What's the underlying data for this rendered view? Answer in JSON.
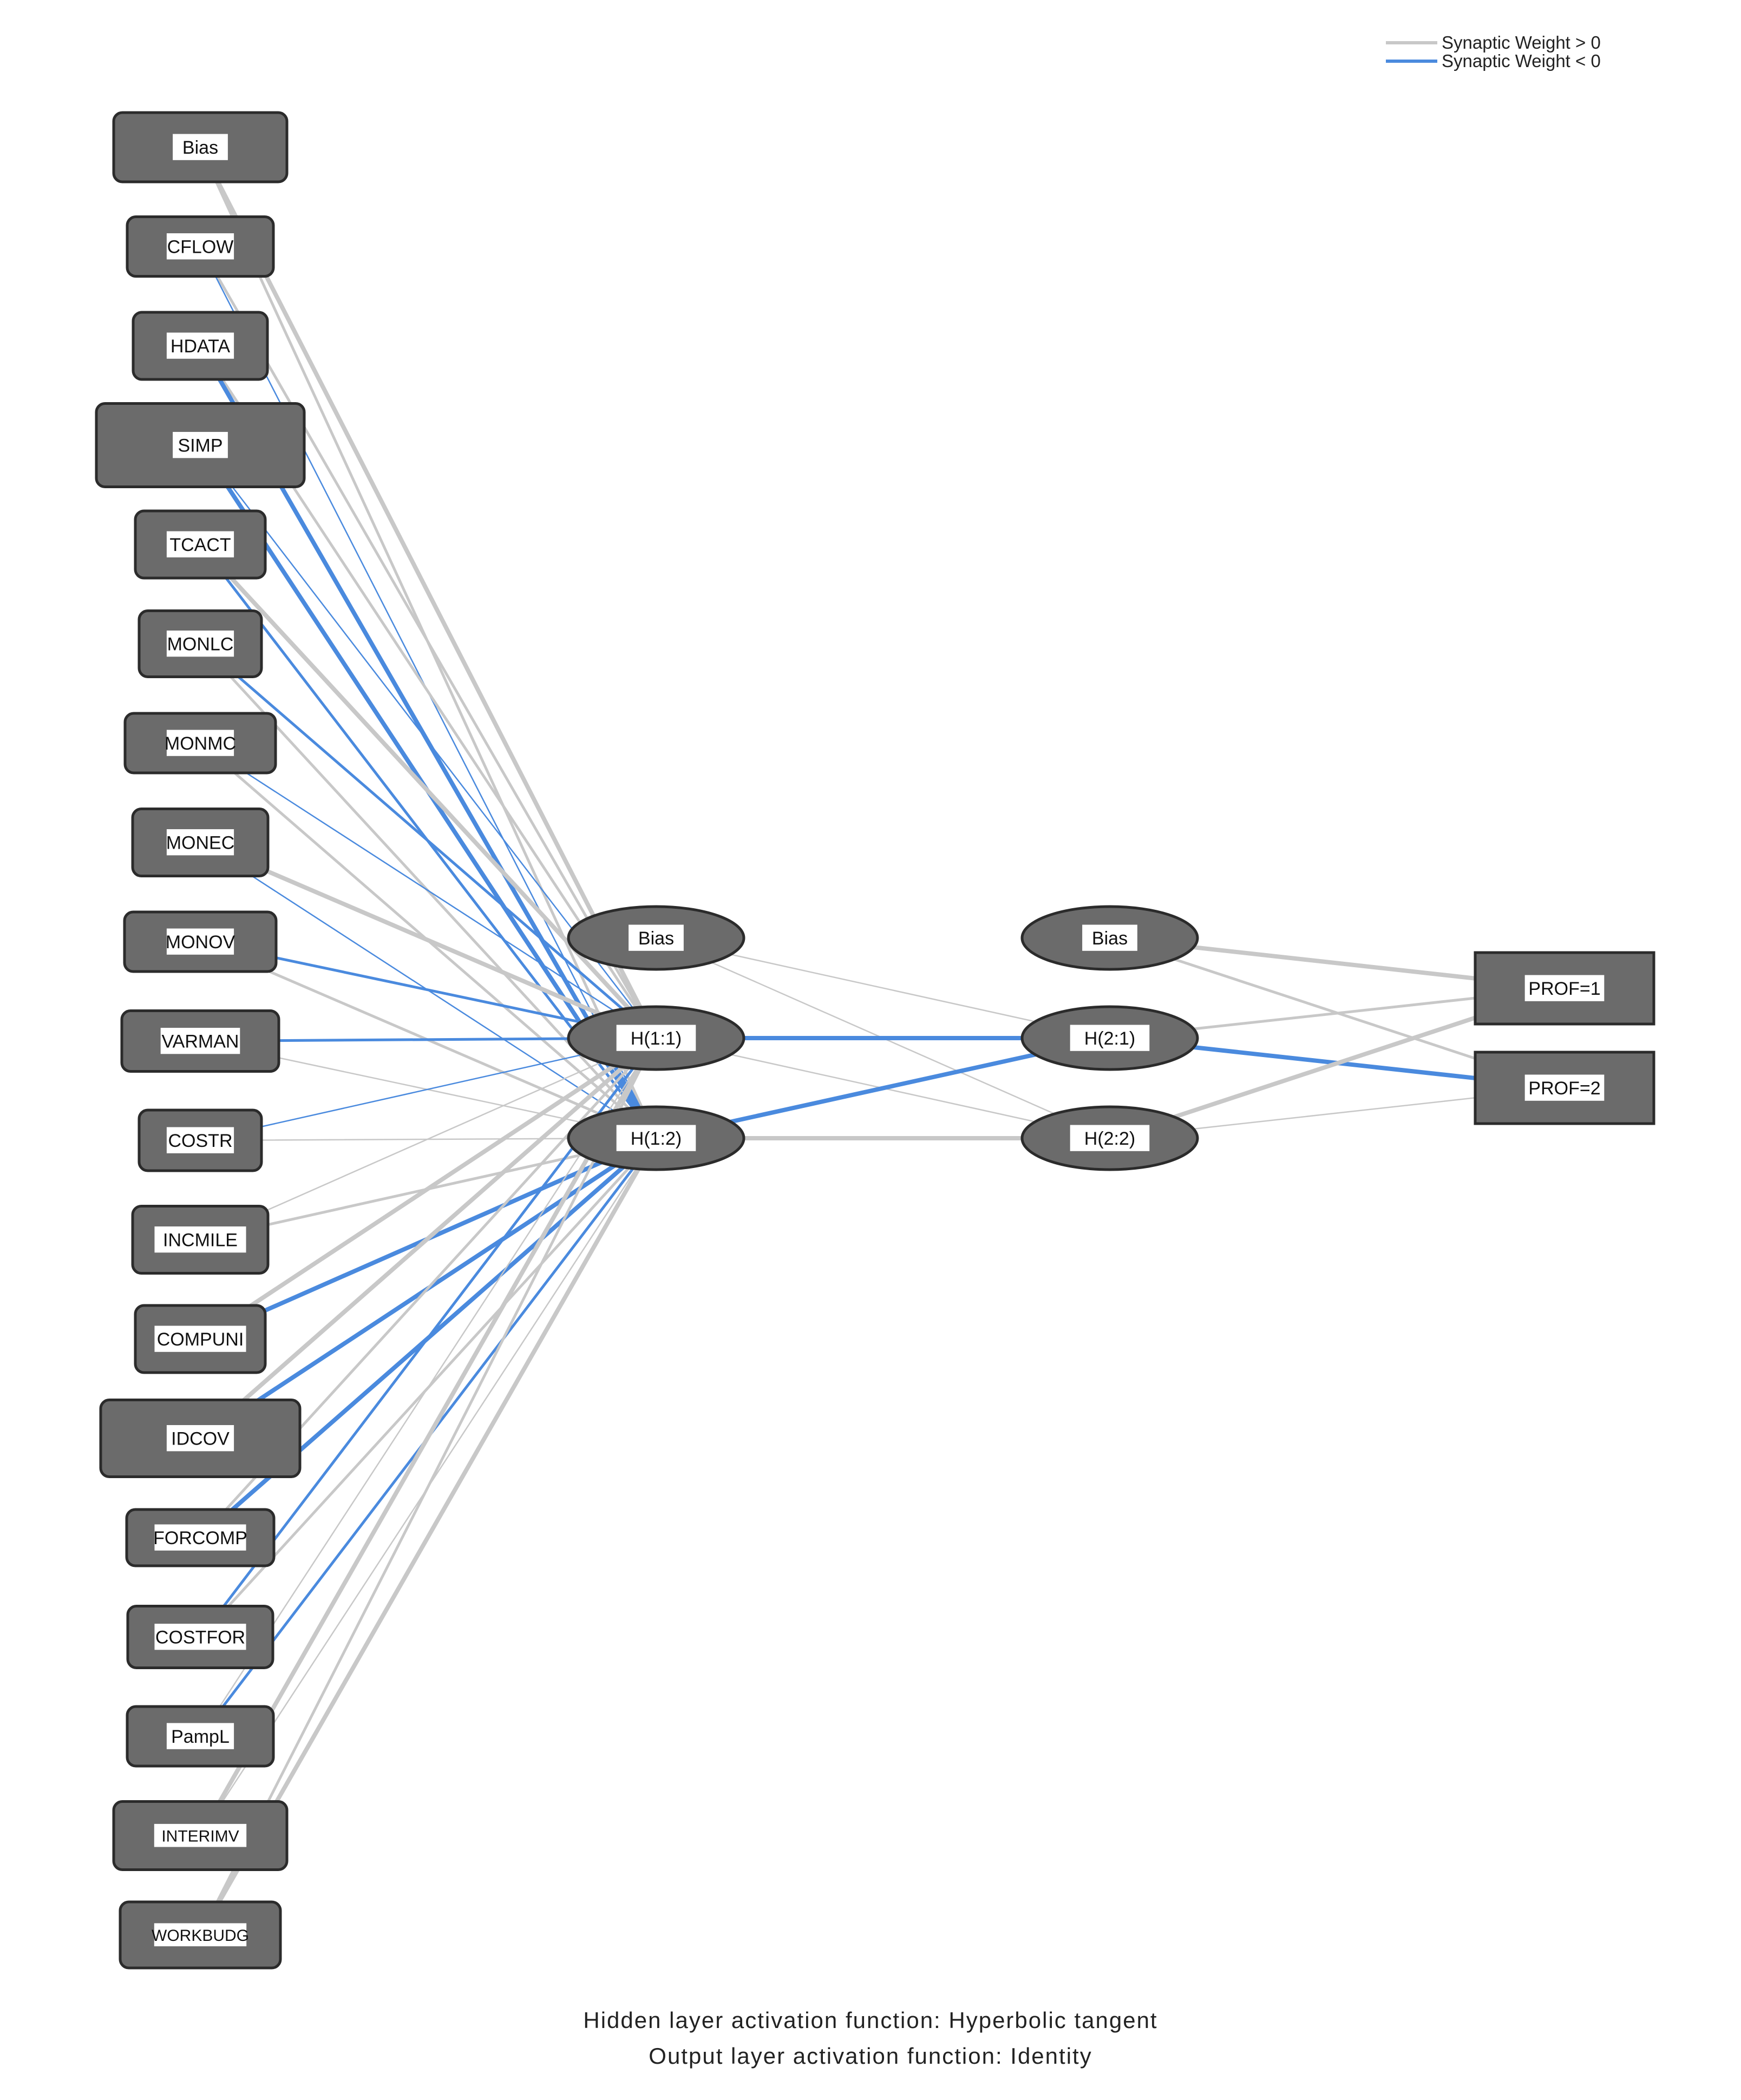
{
  "legend": {
    "positive": {
      "label": "Synaptic Weight > 0",
      "color": "#c8c8c8"
    },
    "negative": {
      "label": "Synaptic Weight < 0",
      "color": "#4a8ade"
    }
  },
  "input_layer": [
    "Bias",
    "CFLOW",
    "HDATA",
    "SIMP",
    "TCACT",
    "MONLC",
    "MONMC",
    "MONEC",
    "MONOV",
    "VARMAN",
    "COSTR",
    "INCMILE",
    "COMPUNI",
    "IDCOV",
    "FORCOMP",
    "COSTFOR",
    "PampL",
    "INTERIMV",
    "WORKBUDG"
  ],
  "hidden_layer_1": [
    "Bias",
    "H(1:1)",
    "H(1:2)"
  ],
  "hidden_layer_2": [
    "Bias",
    "H(2:1)",
    "H(2:2)"
  ],
  "output_layer": [
    "PROF=1",
    "PROF=2"
  ],
  "connections": {
    "input_to_h1": [
      {
        "from": "Bias",
        "to": "H(1:1)",
        "sign": "positive",
        "strength": 3
      },
      {
        "from": "Bias",
        "to": "H(1:2)",
        "sign": "positive",
        "strength": 2
      },
      {
        "from": "CFLOW",
        "to": "H(1:1)",
        "sign": "positive",
        "strength": 2
      },
      {
        "from": "CFLOW",
        "to": "H(1:2)",
        "sign": "negative",
        "strength": 1
      },
      {
        "from": "HDATA",
        "to": "H(1:1)",
        "sign": "positive",
        "strength": 2
      },
      {
        "from": "HDATA",
        "to": "H(1:2)",
        "sign": "negative",
        "strength": 3
      },
      {
        "from": "SIMP",
        "to": "H(1:1)",
        "sign": "negative",
        "strength": 1
      },
      {
        "from": "SIMP",
        "to": "H(1:2)",
        "sign": "negative",
        "strength": 3
      },
      {
        "from": "TCACT",
        "to": "H(1:1)",
        "sign": "positive",
        "strength": 3
      },
      {
        "from": "TCACT",
        "to": "H(1:2)",
        "sign": "negative",
        "strength": 2
      },
      {
        "from": "MONLC",
        "to": "H(1:1)",
        "sign": "negative",
        "strength": 2
      },
      {
        "from": "MONLC",
        "to": "H(1:2)",
        "sign": "positive",
        "strength": 2
      },
      {
        "from": "MONMC",
        "to": "H(1:1)",
        "sign": "negative",
        "strength": 1
      },
      {
        "from": "MONMC",
        "to": "H(1:2)",
        "sign": "positive",
        "strength": 2
      },
      {
        "from": "MONEC",
        "to": "H(1:1)",
        "sign": "positive",
        "strength": 3
      },
      {
        "from": "MONEC",
        "to": "H(1:2)",
        "sign": "negative",
        "strength": 1
      },
      {
        "from": "MONOV",
        "to": "H(1:1)",
        "sign": "negative",
        "strength": 2
      },
      {
        "from": "MONOV",
        "to": "H(1:2)",
        "sign": "positive",
        "strength": 2
      },
      {
        "from": "VARMAN",
        "to": "H(1:1)",
        "sign": "negative",
        "strength": 2
      },
      {
        "from": "VARMAN",
        "to": "H(1:2)",
        "sign": "positive",
        "strength": 1
      },
      {
        "from": "COSTR",
        "to": "H(1:1)",
        "sign": "negative",
        "strength": 1
      },
      {
        "from": "COSTR",
        "to": "H(1:2)",
        "sign": "positive",
        "strength": 1
      },
      {
        "from": "INCMILE",
        "to": "H(1:1)",
        "sign": "positive",
        "strength": 1
      },
      {
        "from": "INCMILE",
        "to": "H(1:2)",
        "sign": "positive",
        "strength": 2
      },
      {
        "from": "COMPUNI",
        "to": "H(1:1)",
        "sign": "positive",
        "strength": 3
      },
      {
        "from": "COMPUNI",
        "to": "H(1:2)",
        "sign": "negative",
        "strength": 3
      },
      {
        "from": "IDCOV",
        "to": "H(1:1)",
        "sign": "positive",
        "strength": 3
      },
      {
        "from": "IDCOV",
        "to": "H(1:2)",
        "sign": "negative",
        "strength": 3
      },
      {
        "from": "FORCOMP",
        "to": "H(1:1)",
        "sign": "positive",
        "strength": 2
      },
      {
        "from": "FORCOMP",
        "to": "H(1:2)",
        "sign": "negative",
        "strength": 3
      },
      {
        "from": "COSTFOR",
        "to": "H(1:1)",
        "sign": "negative",
        "strength": 2
      },
      {
        "from": "COSTFOR",
        "to": "H(1:2)",
        "sign": "positive",
        "strength": 2
      },
      {
        "from": "PampL",
        "to": "H(1:1)",
        "sign": "positive",
        "strength": 1
      },
      {
        "from": "PampL",
        "to": "H(1:2)",
        "sign": "negative",
        "strength": 2
      },
      {
        "from": "INTERIMV",
        "to": "H(1:1)",
        "sign": "positive",
        "strength": 3
      },
      {
        "from": "INTERIMV",
        "to": "H(1:2)",
        "sign": "positive",
        "strength": 1
      },
      {
        "from": "WORKBUDG",
        "to": "H(1:1)",
        "sign": "positive",
        "strength": 2
      },
      {
        "from": "WORKBUDG",
        "to": "H(1:2)",
        "sign": "positive",
        "strength": 3
      }
    ],
    "h1_to_h2": [
      {
        "from": "Bias",
        "to": "H(2:1)",
        "sign": "positive",
        "strength": 1
      },
      {
        "from": "Bias",
        "to": "H(2:2)",
        "sign": "positive",
        "strength": 1
      },
      {
        "from": "H(1:1)",
        "to": "H(2:1)",
        "sign": "negative",
        "strength": 3
      },
      {
        "from": "H(1:1)",
        "to": "H(2:2)",
        "sign": "positive",
        "strength": 1
      },
      {
        "from": "H(1:2)",
        "to": "H(2:1)",
        "sign": "negative",
        "strength": 3
      },
      {
        "from": "H(1:2)",
        "to": "H(2:2)",
        "sign": "positive",
        "strength": 3
      }
    ],
    "h2_to_output": [
      {
        "from": "Bias",
        "to": "PROF=1",
        "sign": "positive",
        "strength": 3
      },
      {
        "from": "Bias",
        "to": "PROF=2",
        "sign": "positive",
        "strength": 2
      },
      {
        "from": "H(2:1)",
        "to": "PROF=1",
        "sign": "positive",
        "strength": 2
      },
      {
        "from": "H(2:1)",
        "to": "PROF=2",
        "sign": "negative",
        "strength": 3
      },
      {
        "from": "H(2:2)",
        "to": "PROF=1",
        "sign": "positive",
        "strength": 3
      },
      {
        "from": "H(2:2)",
        "to": "PROF=2",
        "sign": "positive",
        "strength": 1
      }
    ]
  },
  "captions": {
    "hidden": "Hidden layer activation function: Hyperbolic tangent",
    "output": "Output layer activation function: Identity"
  }
}
